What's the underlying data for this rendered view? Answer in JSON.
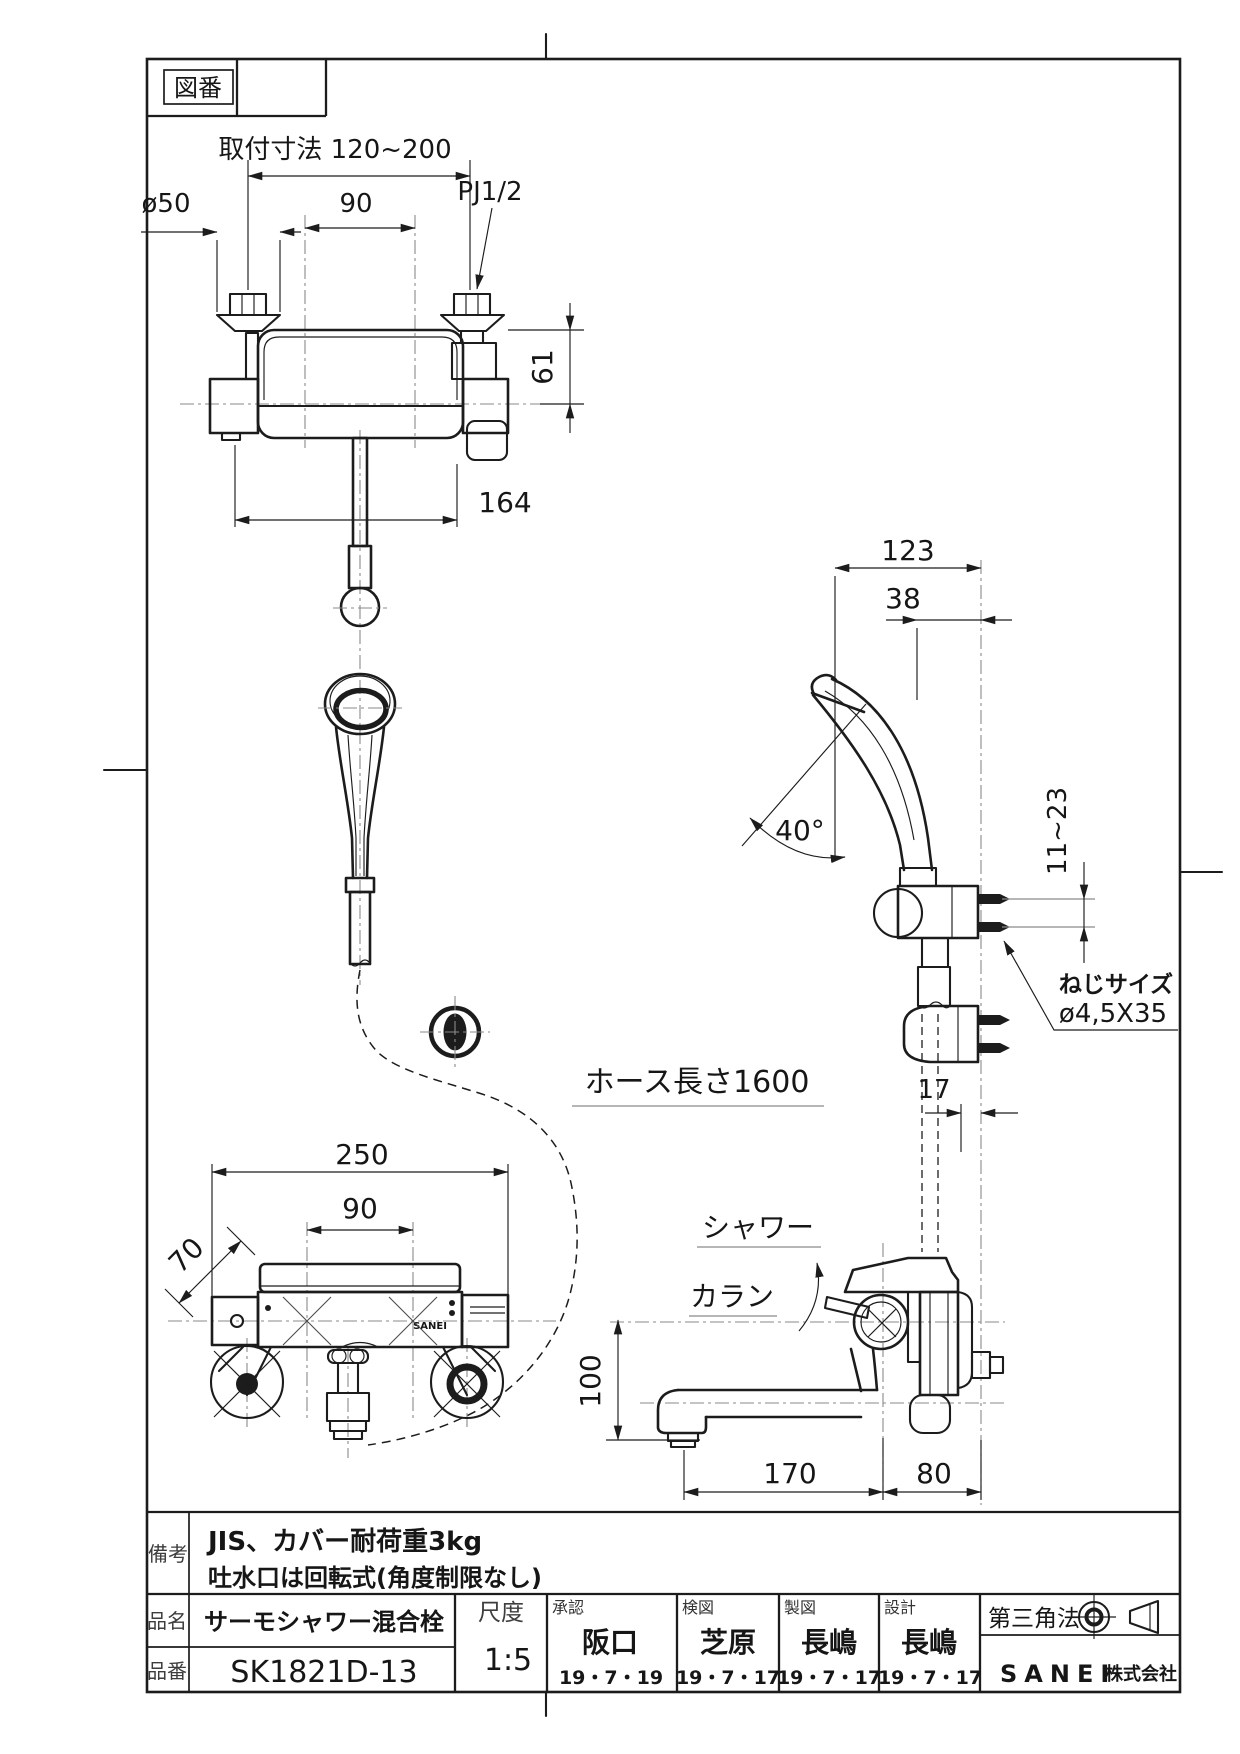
{
  "frame": {
    "zuban_label": "図番"
  },
  "top_view": {
    "mounting_dim": "取付寸法 120~200",
    "phi50": "ø50",
    "d90": "90",
    "pj_label": "PJ1/2",
    "d61": "61",
    "d164": "164"
  },
  "handshower": {
    "d123": "123",
    "d38": "38",
    "angle": "40°",
    "d11_23": "11~23",
    "screw_note_title": "ねじサイズ",
    "screw_note_size": "ø4,5X35"
  },
  "hose": {
    "length_label": "ホース長さ1600"
  },
  "front_view": {
    "d250": "250",
    "d90": "90",
    "d70": "70",
    "logo": "SANEI"
  },
  "side_view": {
    "shower_label": "シャワー",
    "karan_label": "カラン",
    "d17": "17",
    "d100": "100",
    "d170": "170",
    "d80": "80"
  },
  "title_block": {
    "remarks_label": "備考",
    "remarks_line1": "JIS、カバー耐荷重3kg",
    "remarks_line2": "吐水口は回転式(角度制限なし)",
    "name_label": "品名",
    "product_name": "サーモシャワー混合栓",
    "code_label": "品番",
    "product_code": "SK1821D-13",
    "scale_label": "尺度",
    "scale_value": "1:5",
    "approval_label": "承認",
    "approval_name": "阪口",
    "approval_date": "19・7・19",
    "check_label": "検図",
    "check_name": "芝原",
    "check_date": "19・7・17",
    "draft_label": "製図",
    "draft_name": "長嶋",
    "draft_date": "19・7・17",
    "design_label": "設計",
    "design_name": "長嶋",
    "design_date": "19・7・17",
    "projection_label": "第三角法",
    "company_name": "SANEI",
    "company_suffix": "株式会社"
  },
  "colors": {
    "line": "#1c1c1c",
    "centerline": "#8a8a8a",
    "background": "#ffffff"
  }
}
